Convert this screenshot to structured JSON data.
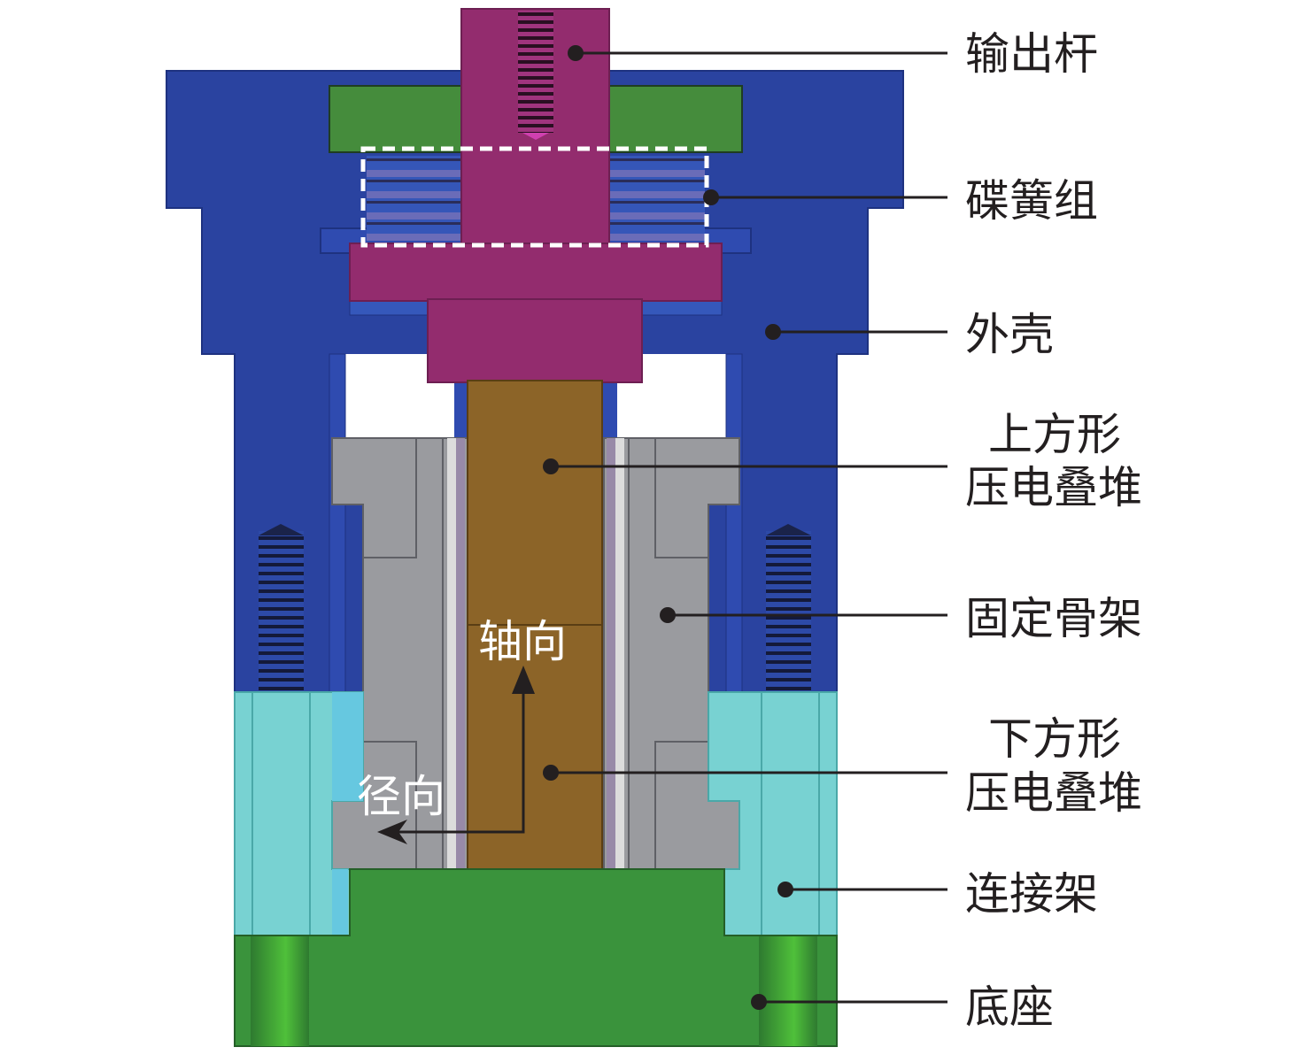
{
  "title": "Piezoelectric actuator cross-section",
  "labels": {
    "output_rod": "输出杆",
    "disc_spring_set": "碟簧组",
    "housing": "外壳",
    "upper_stack_line1": "上方形",
    "upper_stack_line2": "压电叠堆",
    "fixing_frame": "固定骨架",
    "lower_stack_line1": "下方形",
    "lower_stack_line2": "压电叠堆",
    "connecting_frame": "连接架",
    "base": "底座"
  },
  "annotations": {
    "axial": "轴向",
    "radial": "径向"
  },
  "colors": {
    "housing": "#2a43a0",
    "output_rod": "#932c6e",
    "piezo_stack": "#8c6428",
    "fixing_frame": "#9a9b9f",
    "connecting_frame": "#78d2d2",
    "base": "#3a933c",
    "ring": "#458c3c",
    "spring": "#5a62b4"
  }
}
